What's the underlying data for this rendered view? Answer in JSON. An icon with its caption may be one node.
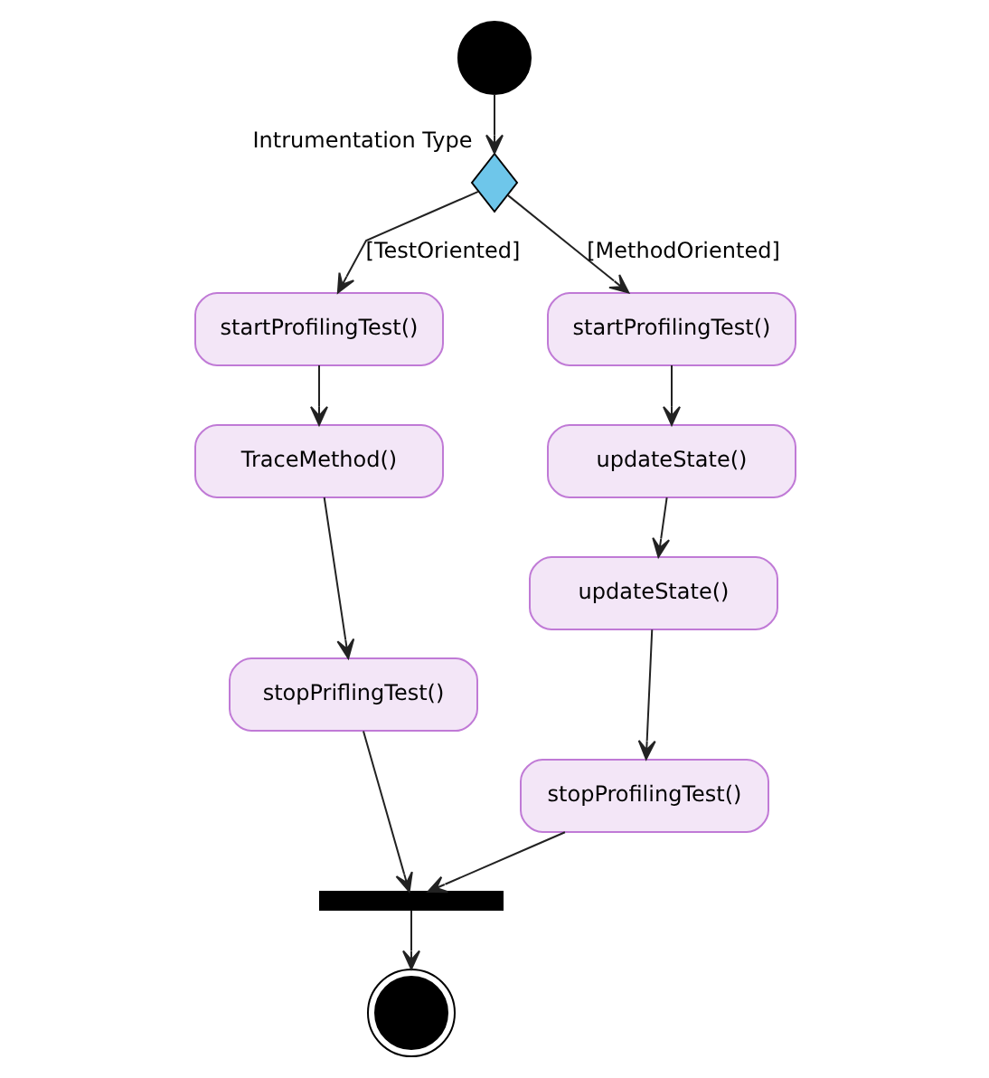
{
  "diagram": {
    "nodes": [
      {
        "text": [],
        "shape": "circle"
      },
      {
        "text": [],
        "shape": "diamond",
        "beside": [
          "Intrumentation Type"
        ]
      },
      {
        "text": [
          "startProfilingTest()"
        ]
      },
      {
        "text": [
          "TraceMethod()"
        ]
      },
      {
        "text": [
          "stopPriflingTest()"
        ]
      },
      {
        "text": [
          "startProfilingTest()"
        ]
      },
      {
        "text": [
          "updateState()"
        ]
      },
      {
        "text": [
          "updateState()"
        ]
      },
      {
        "text": [
          "stopProfilingTest()"
        ]
      },
      {
        "text": [],
        "shape": "bar"
      },
      {
        "text": [],
        "shape": "bullseye"
      }
    ],
    "edges": [
      {
        "from": 0,
        "to": 1,
        "arrow": "to"
      },
      {
        "from": 1,
        "to": 2,
        "arrow": "to",
        "label": "[TestOriented]"
      },
      {
        "from": 1,
        "to": 5,
        "arrow": "to",
        "label": "[MethodOriented]"
      },
      {
        "from": 2,
        "to": 3,
        "arrow": "to"
      },
      {
        "from": 3,
        "to": 4,
        "arrow": "to"
      },
      {
        "from": 5,
        "to": 6,
        "arrow": "to"
      },
      {
        "from": 6,
        "to": 7,
        "arrow": "to"
      },
      {
        "from": 7,
        "to": 8,
        "arrow": "to"
      },
      {
        "from": 4,
        "to": 9,
        "arrow": "to"
      },
      {
        "from": 8,
        "to": 9,
        "arrow": "to"
      },
      {
        "from": 9,
        "to": 10,
        "arrow": "to"
      }
    ]
  }
}
